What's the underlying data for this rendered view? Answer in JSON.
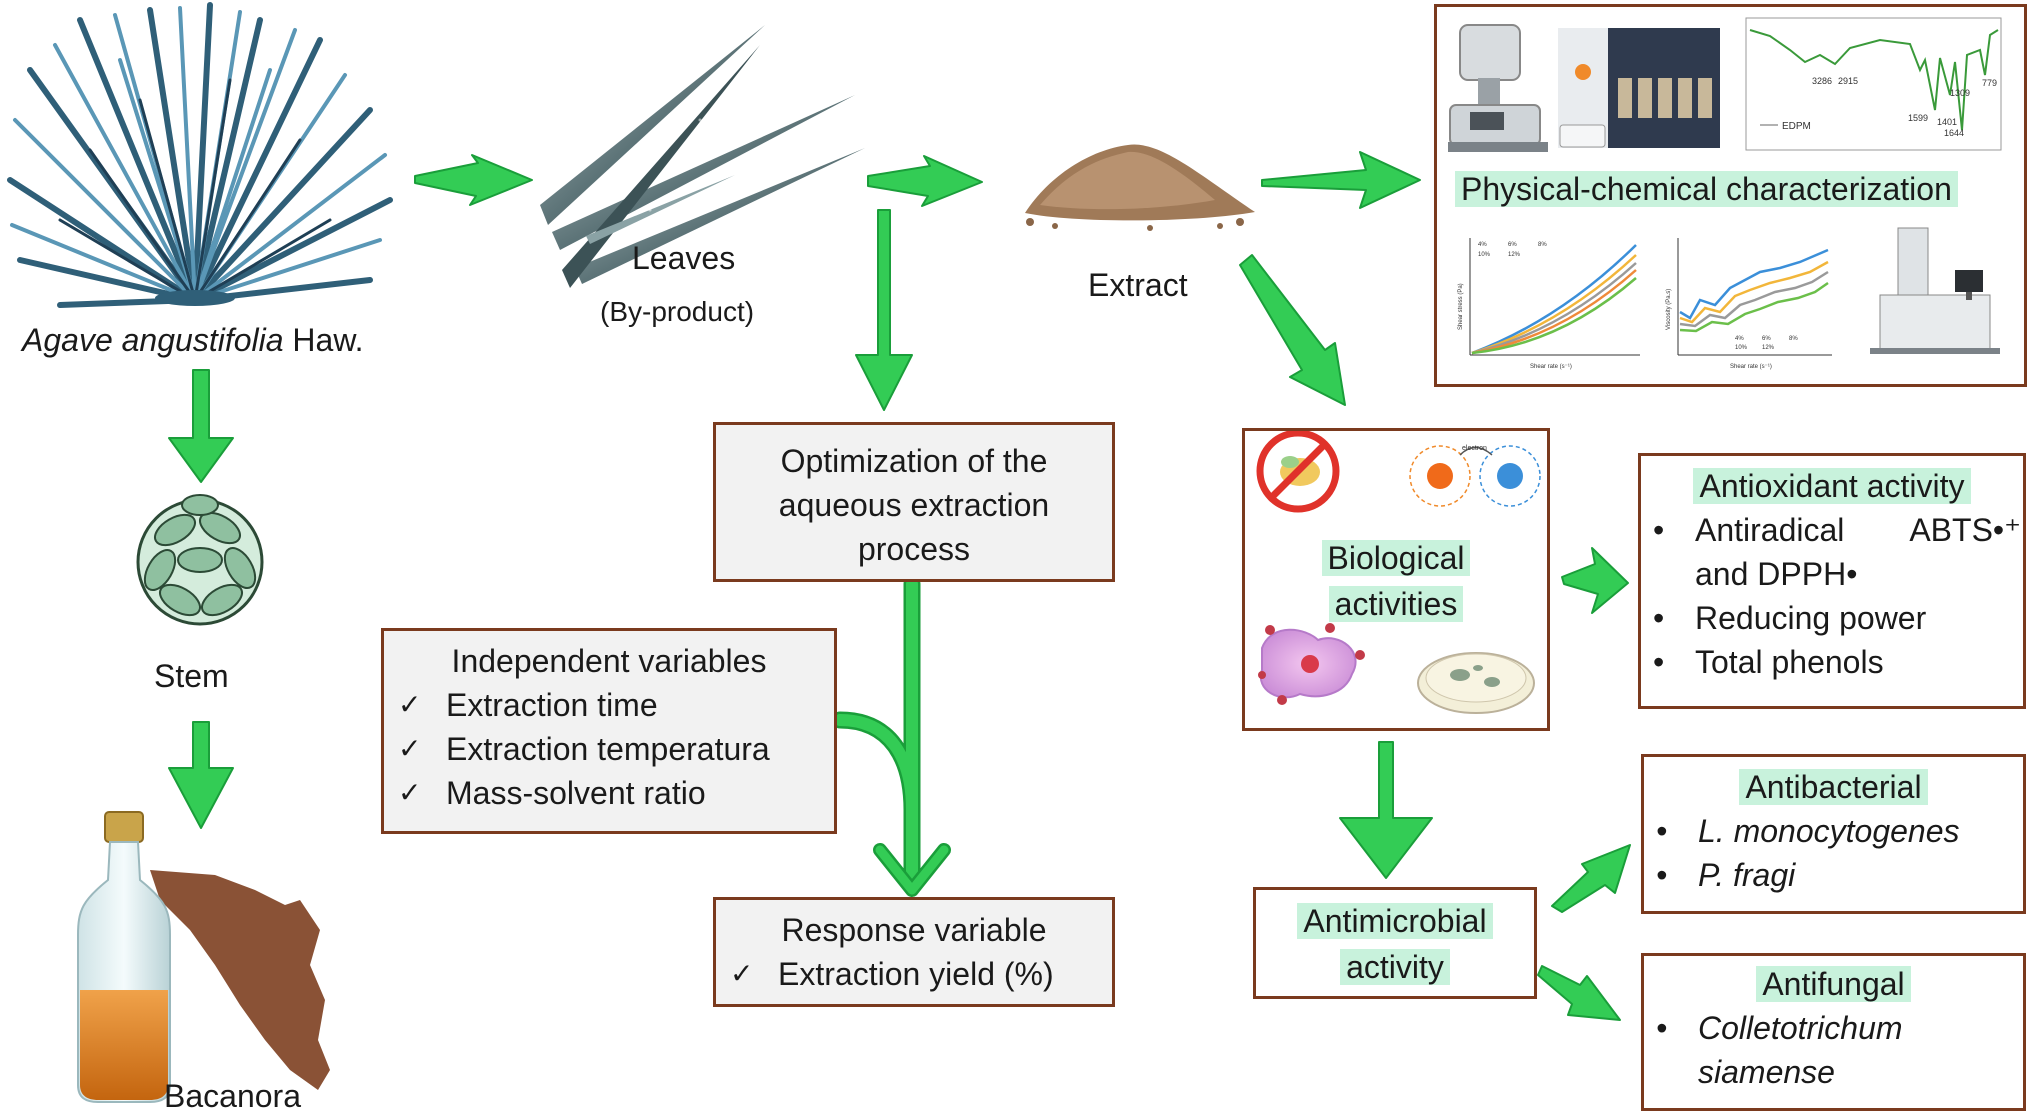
{
  "labels": {
    "plant_name_italic": "Agave angustifolia",
    "plant_name_rest": " Haw.",
    "leaves": "Leaves",
    "byproduct": "(By-product)",
    "extract": "Extract",
    "stem": "Stem",
    "bacanora": "Bacanora"
  },
  "optimization": {
    "lines": [
      "Optimization of the",
      "aqueous extraction",
      "process"
    ]
  },
  "independent": {
    "title": "Independent variables",
    "items": [
      "Extraction time",
      "Extraction temperatura",
      "Mass-solvent ratio"
    ]
  },
  "response": {
    "title": "Response variable",
    "items": [
      "Extraction yield (%)"
    ]
  },
  "physchem": {
    "title": "Physical-chemical characterization",
    "spectrum": {
      "peaks": [
        "3286",
        "2915",
        "1401",
        "1309",
        "1599",
        "1644",
        "779"
      ],
      "legend": "EDPM"
    },
    "rheology": {
      "legend": [
        "4%",
        "6%",
        "8%",
        "10%",
        "12%"
      ],
      "chart1": {
        "ylabel": "Shear stress (Pa)",
        "xlabel": "Shear rate (s⁻¹)"
      },
      "chart2": {
        "ylabel": "Viscosity (Pa.s)",
        "xlabel": "Shear rate (s⁻¹)"
      }
    }
  },
  "biological": {
    "lines": [
      "Biological",
      "activities"
    ],
    "electron_label": "electron"
  },
  "antioxidant": {
    "title": "Antioxidant activity",
    "line1_a": "Antiradical",
    "line1_b": "ABTS•⁺",
    "line2": "and DPPH•",
    "item2": "Reducing power",
    "item3": "Total phenols"
  },
  "antimicrobial": {
    "lines": [
      "Antimicrobial",
      "activity"
    ]
  },
  "antibacterial": {
    "title": "Antibacterial",
    "items": [
      "L. monocytogenes",
      "P. fragi"
    ]
  },
  "antifungal": {
    "title": "Antifungal",
    "items": [
      "Colletotrichum",
      "siamense"
    ]
  },
  "colors": {
    "arrow": "#33cc55",
    "arrow_stroke": "#1a9e3a",
    "box_border": "#7a3a1e",
    "highlight": "#c8f2dc"
  }
}
